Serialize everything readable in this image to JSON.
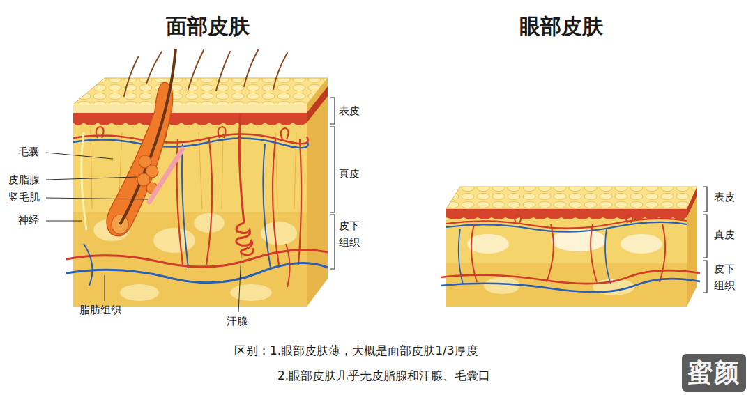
{
  "diagram": {
    "nodes": [
      {
        "text": [
          "蜜颜"
        ]
      }
    ],
    "labels": [
      "面部皮肤",
      "眼部皮肤",
      "毛囊",
      "皮脂腺",
      "竖毛肌",
      "神经",
      "表皮",
      "真皮",
      "皮下组织",
      "脂肪组织",
      "汗腺",
      "表皮",
      "真皮",
      "皮下组织",
      "区别：1.眼部皮肤薄，大概是面部皮肤1/3厚度",
      "2.眼部皮肤几乎无皮脂腺和汗腺、毛囊口"
    ]
  }
}
